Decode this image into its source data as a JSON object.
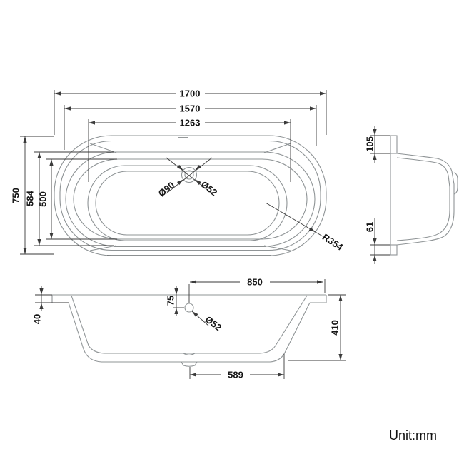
{
  "drawing": {
    "unit_label": "Unit:mm",
    "plan_view": {
      "dim_overall_length": "1700",
      "dim_rim_length": "1570",
      "dim_inner_length": "1263",
      "dim_overall_width": "750",
      "dim_opening_width": "584",
      "dim_inner_width": "500",
      "drain_outer_diameter": "Ø90",
      "drain_waste_diameter": "Ø52",
      "corner_radius": "R354"
    },
    "end_view": {
      "dim_rim_top": "105",
      "dim_rim_bottom": "61"
    },
    "section_view": {
      "dim_drain_to_end": "850",
      "dim_drain_offset": "75",
      "drain_diameter": "Ø52",
      "dim_rim_lip": "40",
      "dim_height": "410",
      "dim_base_length": "589"
    },
    "colors": {
      "geometry_line": "#8f9496",
      "dimension_line": "#3a3a3a",
      "text": "#161616",
      "background": "#ffffff"
    }
  }
}
